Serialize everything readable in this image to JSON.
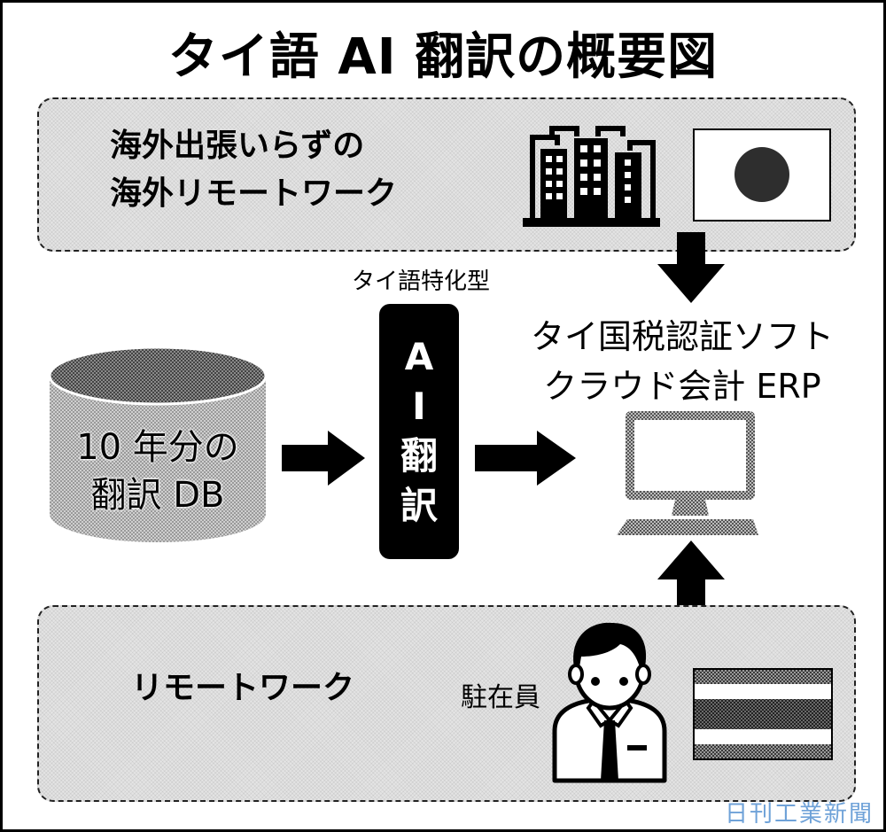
{
  "title": "タイ語 AI 翻訳の概要図",
  "top_panel": {
    "lines": [
      "海外出張いらずの",
      "海外リモートワーク"
    ],
    "icons": [
      "office-buildings-icon",
      "japan-flag-icon"
    ]
  },
  "database": {
    "lines": [
      "10 年分の",
      "翻訳 DB"
    ],
    "icon": "database-cylinder-icon"
  },
  "ai_box": {
    "caption": "タイ語特化型",
    "chars": [
      "A",
      "I",
      "翻",
      "訳"
    ]
  },
  "target": {
    "lines": [
      "タイ国税認証ソフト",
      "クラウド会計 ERP"
    ],
    "icon": "desktop-computer-icon"
  },
  "bottom_panel": {
    "label": "リモートワーク",
    "person_label": "駐在員",
    "icons": [
      "businessman-icon",
      "thailand-flag-icon"
    ]
  },
  "arrows": [
    "db-to-ai",
    "ai-to-erp",
    "japan-to-erp",
    "thailand-to-erp"
  ],
  "credit": "日刊工業新聞",
  "colors": {
    "panel_fill": "#e4e4e4",
    "ai_box": "#000000",
    "credit": "#6fa2d8"
  }
}
